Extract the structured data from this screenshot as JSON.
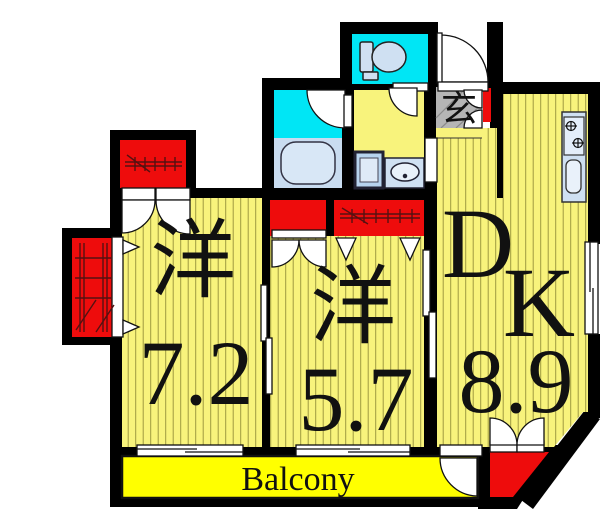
{
  "plan_title": "apartment-floor-plan",
  "rooms": {
    "western1": {
      "label": "洋",
      "size": "7.2"
    },
    "western2": {
      "label": "洋",
      "size": "5.7"
    },
    "dk": {
      "label_d": "D",
      "label_k": "K",
      "size": "8.9"
    }
  },
  "balcony": {
    "label": "Balcony"
  },
  "entrance": {
    "label": "玄"
  },
  "colors": {
    "wall": "#000000",
    "room_floor": "#f8f37c",
    "floor_stripe": "#9f9a40",
    "balcony_yellow": "#ffff00",
    "closet_red": "#ee0c0c",
    "water_cyan": "#00e6f5",
    "fixture_blue": "#cfe0f2",
    "washer_blue": "#b7d3ee",
    "tub_area_blue": "#c9dcf0",
    "entrance_gray": "#b5b5b5",
    "hatch_line": "#551111"
  }
}
